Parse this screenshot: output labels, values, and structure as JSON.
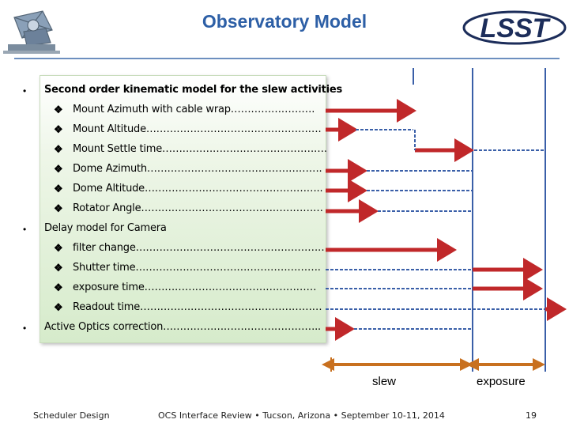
{
  "header": {
    "title": "Observatory Model",
    "right_logo_text": "LSST"
  },
  "content": {
    "items": [
      {
        "level": 1,
        "text": "Second order kinematic model for the slew activities"
      },
      {
        "level": 2,
        "text": "Mount Azimuth with cable wrap……………………."
      },
      {
        "level": 2,
        "text": "Mount Altitude……………………………………………."
      },
      {
        "level": 2,
        "text": "Mount Settle time…………………………………………."
      },
      {
        "level": 2,
        "text": "Dome Azimuth……………………………………………."
      },
      {
        "level": 2,
        "text": "Dome Altitude…………………………………………….."
      },
      {
        "level": 2,
        "text": "Rotator Angle………………………………………………"
      },
      {
        "level": 1,
        "text": "Delay model for Camera"
      },
      {
        "level": 2,
        "text": "filter change…………………………………………………"
      },
      {
        "level": 2,
        "text": "Shutter time………………………………………………."
      },
      {
        "level": 2,
        "text": "exposure time……………………………………………"
      },
      {
        "level": 2,
        "text": "Readout time………………………………………………"
      },
      {
        "level": 1,
        "text": "Active Optics correction……………………………………….."
      }
    ]
  },
  "timeline": {
    "slew_label": "slew",
    "exposure_label": "exposure",
    "arrow_color": "#c0282a",
    "dash_color": "#3a5fa8",
    "bracket_color": "#c8701f"
  },
  "footer": {
    "left": "Scheduler Design",
    "center": "OCS Interface Review • Tucson, Arizona • September 10-11, 2014",
    "page": "19"
  }
}
